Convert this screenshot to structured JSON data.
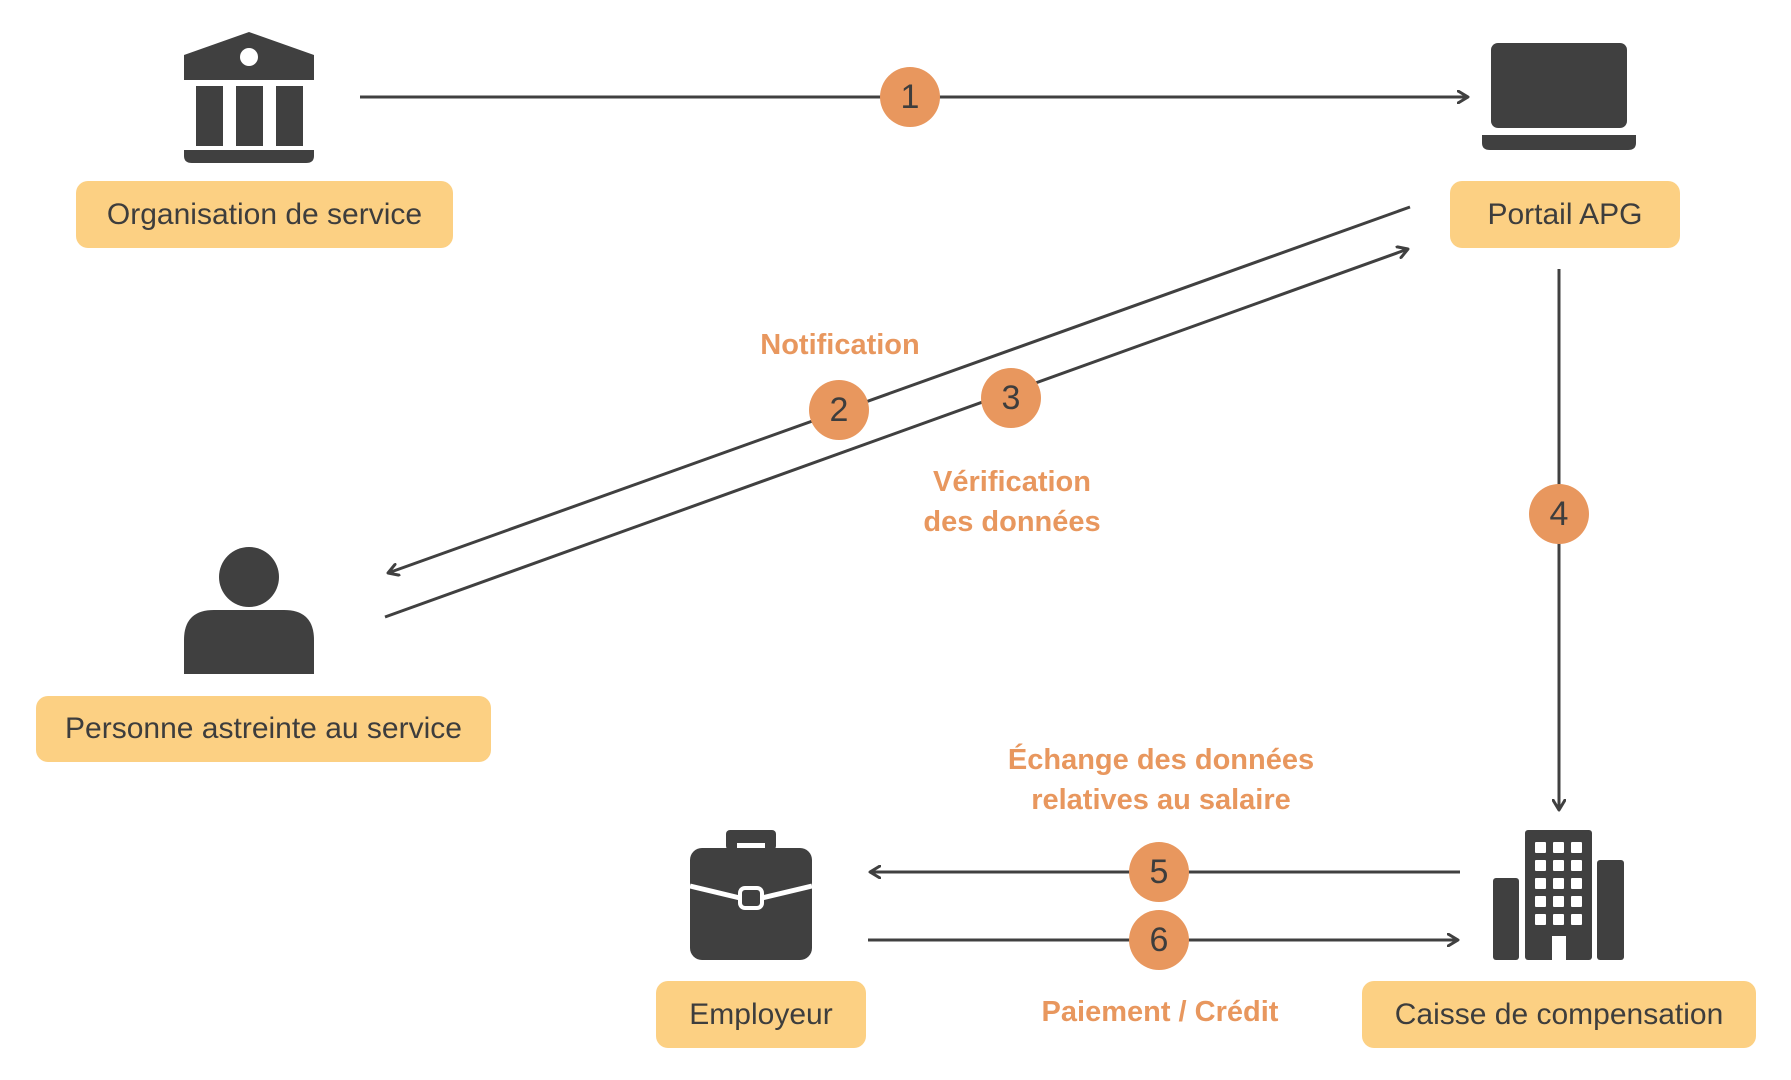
{
  "colors": {
    "box_fill": "#fcd083",
    "accent": "#e8975e",
    "icon": "#404040",
    "line": "#404040"
  },
  "nodes": {
    "organisation": {
      "label": "Organisation de service",
      "icon": "bank-icon"
    },
    "portail": {
      "label": "Portail APG",
      "icon": "laptop-icon"
    },
    "personne": {
      "label": "Personne astreinte au service",
      "icon": "person-icon"
    },
    "employeur": {
      "label": "Employeur",
      "icon": "briefcase-icon"
    },
    "caisse": {
      "label": "Caisse de compensation",
      "icon": "building-icon"
    }
  },
  "steps": [
    {
      "number": "1",
      "from": "Organisation de service",
      "to": "Portail APG",
      "label": ""
    },
    {
      "number": "2",
      "from": "Portail APG",
      "to": "Personne astreinte au service",
      "label": "Notification"
    },
    {
      "number": "3",
      "from": "Personne astreinte au service",
      "to": "Portail APG",
      "label": "Vérification des données"
    },
    {
      "number": "4",
      "from": "Portail APG",
      "to": "Caisse de compensation",
      "label": ""
    },
    {
      "number": "5",
      "from": "Caisse de compensation",
      "to": "Employeur",
      "label": "Échange des données relatives au salaire"
    },
    {
      "number": "6",
      "from": "Employeur",
      "to": "Caisse de compensation",
      "label": "Paiement / Crédit"
    }
  ],
  "labels": {
    "notification": "Notification",
    "verification_line1": "Vérification",
    "verification_line2": "des données",
    "echange_line1": "Échange des données",
    "echange_line2": "relatives au salaire",
    "paiement": "Paiement / Crédit"
  }
}
